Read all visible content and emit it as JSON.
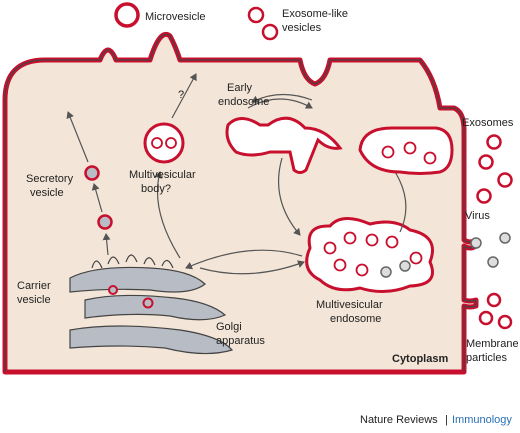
{
  "figure": {
    "labels": {
      "microvesicle": "Microvesicle",
      "exosome_like_line1": "Exosome-like",
      "exosome_like_line2": "vesicles",
      "early_endosome_line1": "Early",
      "early_endosome_line2": "endosome",
      "question_mark": "?",
      "multivesicular_body_line1": "Multivesicular",
      "multivesicular_body_line2": "body?",
      "secretory_vesicle_line1": "Secretory",
      "secretory_vesicle_line2": "vesicle",
      "exosomes": "Exosomes",
      "virus": "Virus",
      "carrier_vesicle_line1": "Carrier",
      "carrier_vesicle_line2": "vesicle",
      "multivesicular_endosome_line1": "Multivesicular",
      "multivesicular_endosome_line2": "endosome",
      "golgi_line1": "Golgi",
      "golgi_line2": "apparatus",
      "membrane_particles_line1": "Membrane",
      "membrane_particles_line2": "particles",
      "cytoplasm": "Cytoplasm"
    },
    "footer": {
      "journal": "Nature Reviews",
      "separator": "|",
      "section": "Immunology"
    },
    "colors": {
      "cytoplasm_fill": "#f3e6d8",
      "membrane_red": "#c8102e",
      "membrane_dark": "#444444",
      "golgi_fill": "#b8bcc4",
      "arrow": "#555555",
      "section_blue": "#2a6fb3"
    }
  }
}
